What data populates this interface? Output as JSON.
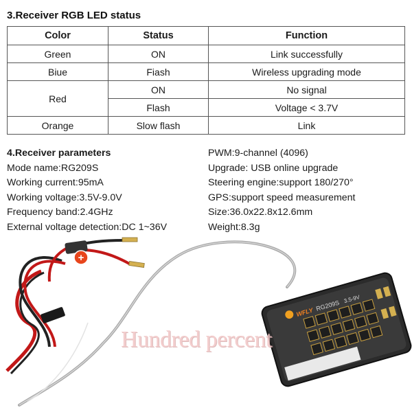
{
  "section3": {
    "title": "3.Receiver RGB LED status",
    "headers": {
      "color": "Color",
      "status": "Status",
      "function": "Function"
    },
    "rows": [
      {
        "color": "Green",
        "status": "ON",
        "function": "Link successfully"
      },
      {
        "color": "Biue",
        "status": "Fiash",
        "function": "Wireless upgrading mode"
      },
      {
        "color": "Red",
        "status": "ON",
        "function": "No signal"
      },
      {
        "color": "",
        "status": "Flash",
        "function": "Voltage < 3.7V"
      },
      {
        "color": "Orange",
        "status": "Slow flash",
        "function": "Link"
      }
    ]
  },
  "section4": {
    "title": "4.Receiver parameters",
    "left": [
      "Mode name:RG209S",
      "Working current:95mA",
      "Working voltage:3.5V-9.0V",
      "Frequency band:2.4GHz",
      "External voltage detection:DC 1~36V"
    ],
    "right": [
      "PWM:9-channel (4096)",
      "Upgrade: USB online upgrade",
      "Steering engine:support 180/270°",
      "GPS:support speed measurement",
      "Size:36.0x22.8x12.6mm",
      "Weight:8.3g"
    ]
  },
  "product": {
    "model_label": "RG209S",
    "voltage_label": "3.5-9V",
    "brand_label": "WFLY",
    "plus_symbol": "+",
    "watermark": "Hundred percent"
  }
}
